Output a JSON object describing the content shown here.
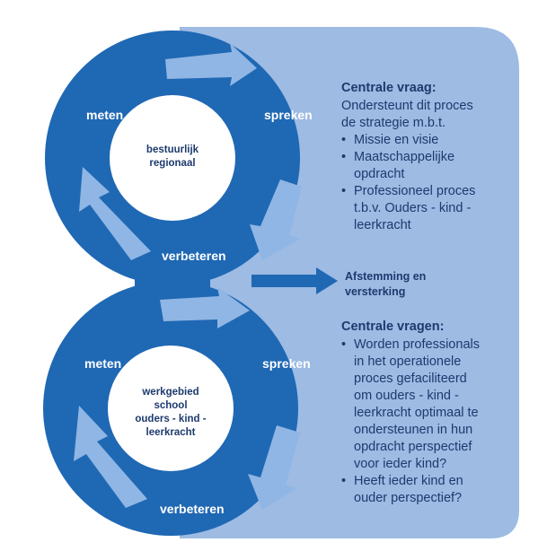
{
  "colors": {
    "panel": "#9dbbe3",
    "ring": "#1f68b4",
    "arrow": "#8fb6e4",
    "dark_text": "#1d3a6e",
    "white": "#ffffff"
  },
  "top_cycle": {
    "center": [
      "bestuurlijk",
      "regionaal"
    ],
    "labels": {
      "left": "meten",
      "right": "spreken",
      "bottom": "verbeteren"
    }
  },
  "bottom_cycle": {
    "center": [
      "werkgebied",
      "school",
      "ouders - kind - leerkracht"
    ],
    "labels": {
      "left": "meten",
      "right": "spreken",
      "bottom": "verbeteren"
    }
  },
  "connector_arrow": {
    "label_line1": "Afstemming en",
    "label_line2": "versterking"
  },
  "question_top": {
    "title": "Centrale vraag:",
    "intro_line1": "Ondersteunt dit proces",
    "intro_line2": "de strategie m.b.t.",
    "bullets": [
      [
        "Missie en visie"
      ],
      [
        "Maatschappelijke",
        "opdracht"
      ],
      [
        "Professioneel proces",
        "t.b.v. Ouders - kind -",
        "leerkracht"
      ]
    ]
  },
  "question_bottom": {
    "title": "Centrale vragen:",
    "bullets": [
      [
        "Worden professionals",
        "in het operationele",
        "proces gefaciliteerd",
        "om ouders - kind -",
        "leerkracht optimaal te",
        "ondersteunen in hun",
        "opdracht perspectief",
        "voor ieder kind?"
      ],
      [
        "Heeft ieder kind en",
        "ouder perspectief?"
      ]
    ]
  }
}
